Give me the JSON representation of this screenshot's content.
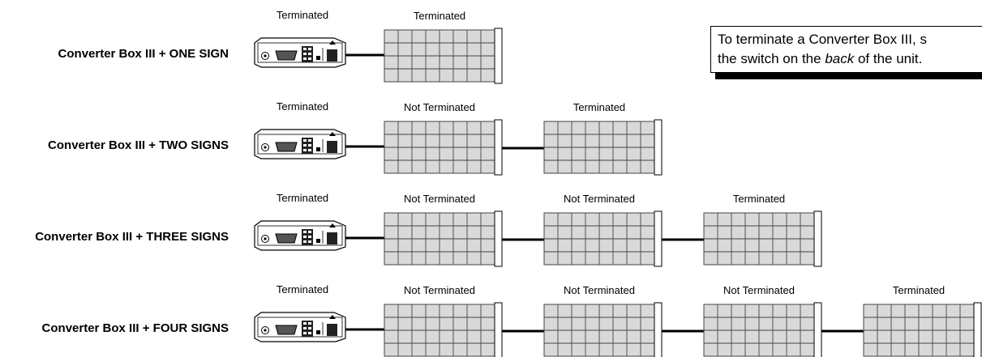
{
  "rows": [
    {
      "label": "Converter Box III + ONE SIGN",
      "box_status": "Terminated",
      "signs": [
        "Terminated"
      ]
    },
    {
      "label": "Converter Box III + TWO SIGNS",
      "box_status": "Terminated",
      "signs": [
        "Not Terminated",
        "Terminated"
      ]
    },
    {
      "label": "Converter Box III + THREE SIGNS",
      "box_status": "Terminated",
      "signs": [
        "Not Terminated",
        "Not Terminated",
        "Terminated"
      ]
    },
    {
      "label": "Converter Box III + FOUR SIGNS",
      "box_status": "Terminated",
      "signs": [
        "Not Terminated",
        "Not Terminated",
        "Not Terminated",
        "Terminated"
      ]
    }
  ],
  "note": {
    "line1": "To terminate a Converter Box III, s",
    "line2_before": "the switch on the ",
    "line2_emph": "back",
    "line2_after": " of the unit."
  },
  "colors": {
    "sign_fill": "#d9d9d9",
    "grid_line": "#444444",
    "line": "#000000"
  }
}
